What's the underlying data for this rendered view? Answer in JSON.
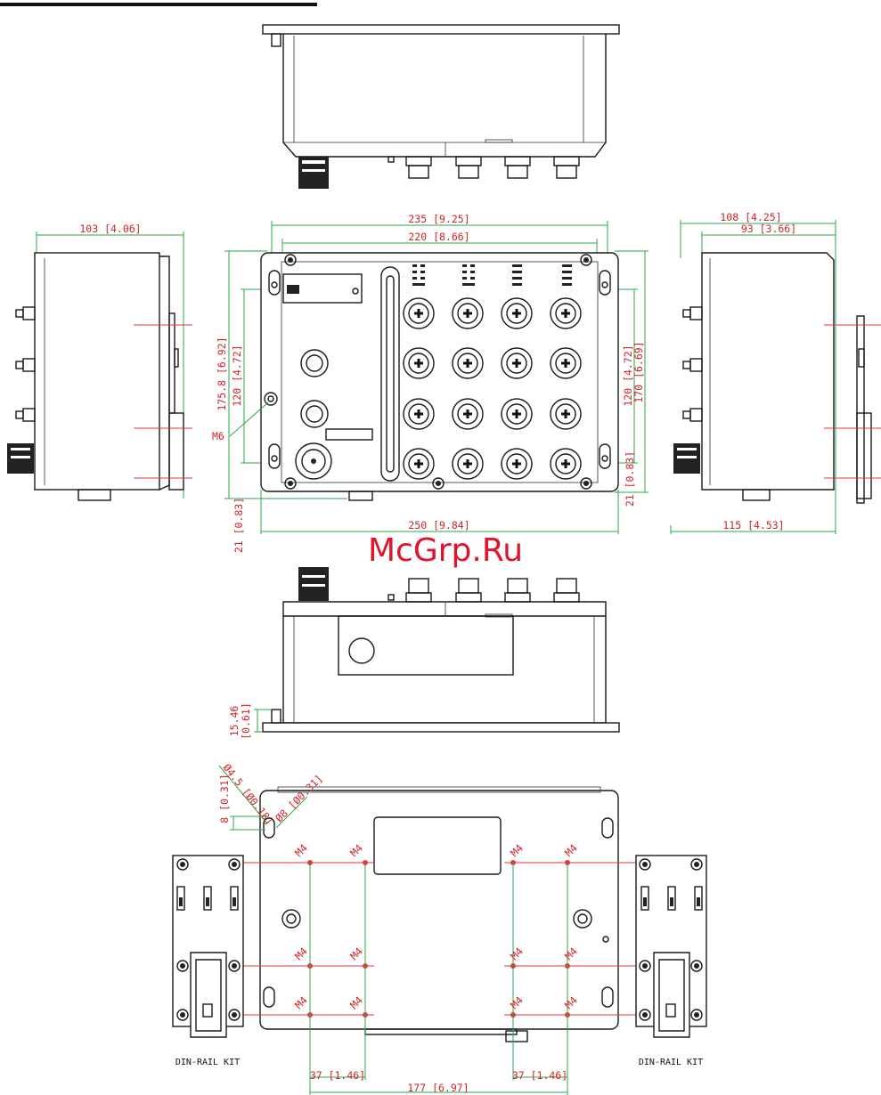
{
  "watermark": "McGrp.Ru",
  "front_view": {
    "dims": {
      "width_total": "235 [9.25]",
      "width_inner": "220 [8.66]",
      "width_base": "250 [9.84]",
      "height_total": "175.8 [6.92]",
      "height_left_holes": "120 [4.72]",
      "height_right_holes": "120 [4.72]",
      "height_right_total": "170 [6.69]",
      "offset_right": "21 [0.83]",
      "offset_left": "21 [0.83]",
      "ground_screw": "M6"
    }
  },
  "left_view": {
    "dims": {
      "depth": "103 [4.06]"
    }
  },
  "right_view": {
    "dims": {
      "depth_total": "108 [4.25]",
      "depth_inner": "93 [3.66]",
      "depth_base": "115 [4.53]"
    }
  },
  "bottom_view": {
    "dims": {
      "flange_height": "15.46",
      "flange_height_in": "[0.61]"
    }
  },
  "rear_view": {
    "dims": {
      "slot_dia_small": "Ø4.5 [Ø0.18]",
      "slot_height": "8 [0.31]",
      "slot_dia_large": "Ø8 [Ø0.31]",
      "screw_label": "M4",
      "pitch_left": "37 [1.46]",
      "pitch_right": "37 [1.46]",
      "span": "177 [6.97]"
    },
    "din_rail_left": "DIN-RAIL KIT",
    "din_rail_right": "DIN-RAIL KIT"
  }
}
